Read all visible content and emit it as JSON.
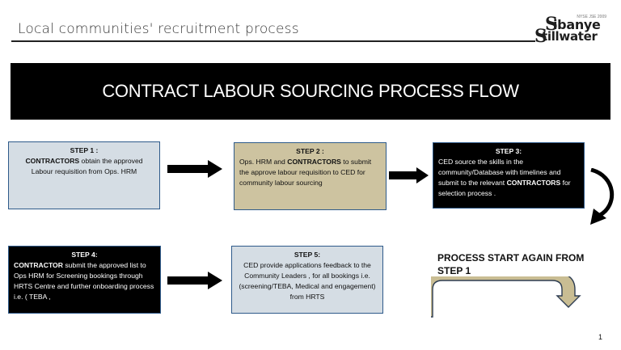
{
  "header": {
    "title": "Local communities' recruitment process"
  },
  "logo": {
    "tagline": "NYSE JSE 2009",
    "line1": "ibanye",
    "line2": "tillwater",
    "s1": "S",
    "s2": "S"
  },
  "banner": {
    "title": "CONTRACT LABOUR SOURCING PROCESS FLOW"
  },
  "steps": [
    {
      "title": "STEP 1 :",
      "lead": "CONTRACTORS",
      "text": " obtain the approved Labour requisition from Ops. HRM"
    },
    {
      "title": "STEP 2 :",
      "pre": "Ops. HRM and ",
      "lead": "CONTRACTORS",
      "text": " to submit the  approve labour requisition to CED for community labour sourcing"
    },
    {
      "title": "STEP 3:",
      "pre": "CED source the skills in the community/Database with timelines and submit to the relevant ",
      "lead": "CONTRACTORS",
      "text": "  for selection process ."
    },
    {
      "title": "STEP 4:",
      "lead": "CONTRACTOR",
      "text": " submit the approved list to Ops HRM for Screening bookings through HRTS Centre  and further onboarding process i.e.  ( TEBA ,"
    },
    {
      "title": "STEP 5:",
      "text": "CED provide applications feedback to the Community Leaders , for all bookings i.e. (screening/TEBA, Medical and engagement)  from HRTS"
    }
  ],
  "restart": {
    "text": "PROCESS START AGAIN FROM STEP 1"
  },
  "colors": {
    "box_blue": "#d5dde4",
    "box_tan": "#cdc3a0",
    "box_border": "#2e5a8a",
    "loop_arrow_fill": "#c9bd93"
  },
  "page_number": "1"
}
